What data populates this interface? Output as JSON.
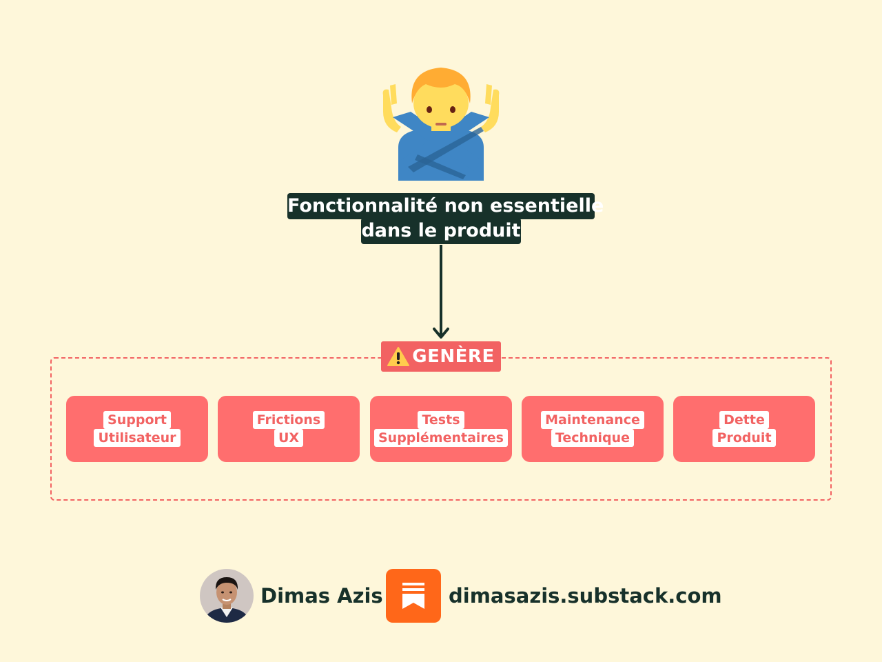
{
  "icons": {
    "figure": "person-gesturing-no-icon",
    "warning": "warning-icon",
    "avatar": "author-avatar",
    "logo": "substack-logo-icon"
  },
  "title": {
    "line1": "Fonctionnalité non essentielle",
    "line2": "dans le produit"
  },
  "badge": {
    "label": "GENÈRE"
  },
  "effects": [
    {
      "line1": "Support",
      "line2": "Utilisateur"
    },
    {
      "line1": "Frictions",
      "line2": "UX"
    },
    {
      "line1": "Tests",
      "line2": "Supplémentaires"
    },
    {
      "line1": "Maintenance",
      "line2": "Technique"
    },
    {
      "line1": "Dette",
      "line2": "Produit"
    }
  ],
  "footer": {
    "author": "Dimas Azis",
    "site": "dimasazis.substack.com"
  },
  "colors": {
    "background": "#FEF7DA",
    "dark": "#17312A",
    "accent": "#F26262",
    "card": "#FF6E6E",
    "substack": "#FF6719"
  }
}
